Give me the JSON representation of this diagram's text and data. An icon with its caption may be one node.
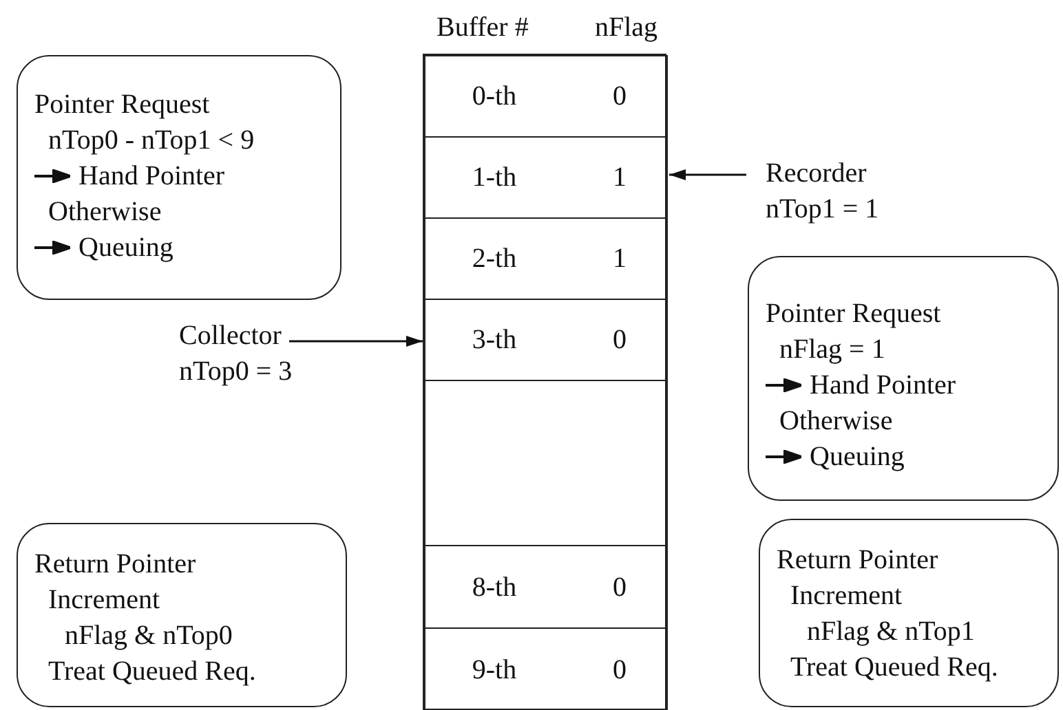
{
  "diagram": {
    "nodes": [
      {
        "text": [],
        "shape": "box"
      },
      {
        "text": [
          "0-th",
          "0"
        ],
        "in": 0
      },
      {
        "text": [
          "1-th",
          "1"
        ],
        "in": 0
      },
      {
        "text": [
          "2-th",
          "1"
        ],
        "in": 0
      },
      {
        "text": [
          "3-th",
          "0"
        ],
        "in": 0
      },
      {
        "text": [],
        "shape": "box",
        "in": 0
      },
      {
        "text": [
          "8-th",
          "0"
        ],
        "in": 0
      },
      {
        "text": [
          "9-th",
          "0"
        ],
        "in": 0
      },
      {
        "text": [
          "Pointer Request",
          "nTop0 - nTop1 < 9",
          "Hand Pointer",
          "Otherwise",
          "Queuing"
        ]
      },
      {
        "text": [
          "Recorder",
          "nTop1 = 1"
        ]
      },
      {
        "text": [
          "Collector",
          "nTop0 = 3"
        ]
      },
      {
        "text": [
          "Pointer Request",
          "nFlag = 1",
          "Hand Pointer",
          "Otherwise",
          "Queuing"
        ]
      },
      {
        "text": [
          "Return Pointer",
          "Increment",
          "nFlag & nTop0",
          "Treat Queued Req."
        ]
      },
      {
        "text": [
          "Return Pointer",
          "Increment",
          "nFlag & nTop1",
          "Treat Queued Req."
        ]
      }
    ],
    "edges": [
      {
        "from": 9,
        "to": 2,
        "arrow": "to"
      },
      {
        "from": 10,
        "to": 4,
        "arrow": "to"
      }
    ],
    "labels": [
      "Buffer #",
      "nFlag"
    ]
  }
}
